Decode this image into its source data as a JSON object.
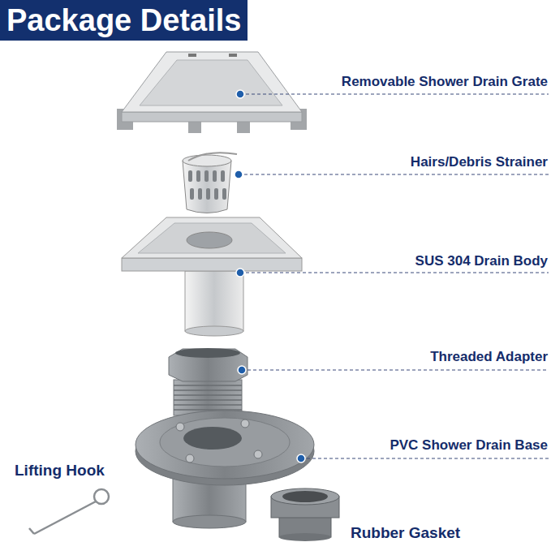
{
  "diagram": {
    "title": "Package Details",
    "labels": [
      "Removable Shower Drain Grate",
      "Hairs/Debris Strainer",
      "SUS 304 Drain Body",
      "Threaded Adapter",
      "PVC Shower Drain Base",
      "Lifting Hook",
      "Rubber Gasket"
    ]
  }
}
